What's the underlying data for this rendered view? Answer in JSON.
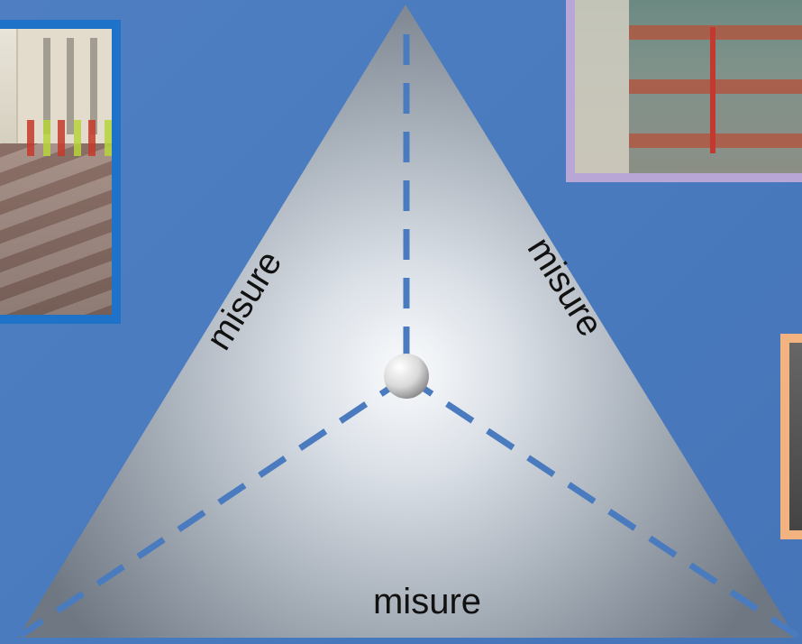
{
  "diagram": {
    "side_labels": {
      "left": "misure",
      "right": "misure",
      "bottom": "misure"
    },
    "colors": {
      "background": "#4a7bbf",
      "dash": "#4a7bbf",
      "photo_left_border": "#1e73c8",
      "photo_top_border": "#b8a6d6",
      "photo_right_border": "#f2b381"
    }
  }
}
